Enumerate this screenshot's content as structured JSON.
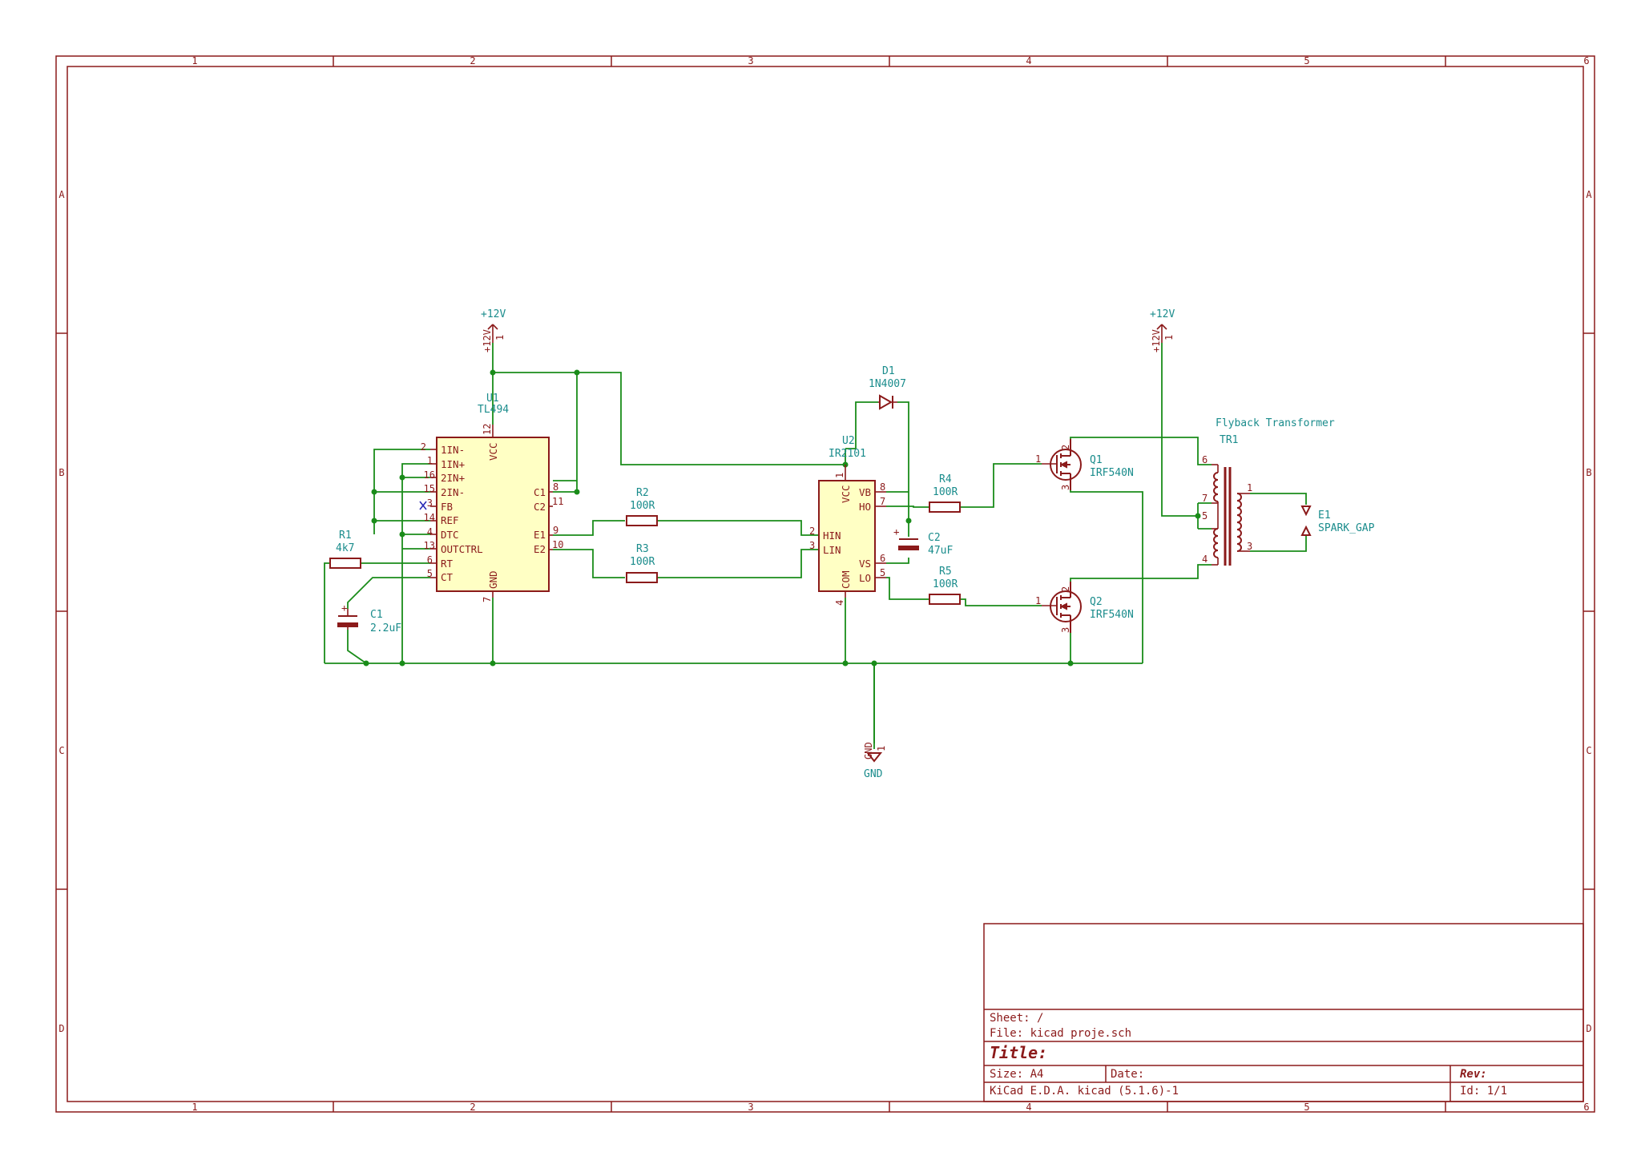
{
  "sheet": {
    "zones_columns": [
      "1",
      "2",
      "3",
      "4",
      "5",
      "6"
    ],
    "zones_rows": [
      "A",
      "B",
      "C",
      "D"
    ],
    "frame_color": "#8b1a1a",
    "wire_color": "#1a8c1a",
    "label_color": "#1a8c8c",
    "body_fill": "#ffffc4"
  },
  "power": {
    "vcc_left": {
      "label": "+12V",
      "pin_name": "+12V",
      "pin_num": "1"
    },
    "vcc_right": {
      "label": "+12V",
      "pin_name": "+12V",
      "pin_num": "1"
    },
    "gnd": {
      "label": "GND",
      "pin_name": "GND",
      "pin_num": "1"
    }
  },
  "components": {
    "u1": {
      "ref": "U1",
      "value": "TL494",
      "left_pins": [
        {
          "num": "2",
          "name": "1IN-"
        },
        {
          "num": "1",
          "name": "1IN+"
        },
        {
          "num": "16",
          "name": "2IN+"
        },
        {
          "num": "15",
          "name": "2IN-"
        },
        {
          "num": "3",
          "name": "FB"
        },
        {
          "num": "14",
          "name": "REF"
        },
        {
          "num": "4",
          "name": "DTC"
        },
        {
          "num": "13",
          "name": "OUTCTRL"
        },
        {
          "num": "6",
          "name": "RT"
        },
        {
          "num": "5",
          "name": "CT"
        }
      ],
      "right_pins": [
        {
          "num": "8",
          "name": "C1"
        },
        {
          "num": "11",
          "name": "C2"
        },
        {
          "num": "9",
          "name": "E1"
        },
        {
          "num": "10",
          "name": "E2"
        }
      ],
      "top_pin": {
        "num": "12",
        "name": "VCC"
      },
      "bottom_pin": {
        "num": "7",
        "name": "GND"
      }
    },
    "u2": {
      "ref": "U2",
      "value": "IR2101",
      "left_pins": [
        {
          "num": "2",
          "name": "HIN"
        },
        {
          "num": "3",
          "name": "LIN"
        }
      ],
      "right_pins": [
        {
          "num": "8",
          "name": "VB"
        },
        {
          "num": "7",
          "name": "HO"
        },
        {
          "num": "6",
          "name": "VS"
        },
        {
          "num": "5",
          "name": "LO"
        }
      ],
      "top_pin": {
        "num": "1",
        "name": "VCC"
      },
      "bottom_pin": {
        "num": "4",
        "name": "COM"
      }
    },
    "r1": {
      "ref": "R1",
      "value": "4k7"
    },
    "r2": {
      "ref": "R2",
      "value": "100R"
    },
    "r3": {
      "ref": "R3",
      "value": "100R"
    },
    "r4": {
      "ref": "R4",
      "value": "100R"
    },
    "r5": {
      "ref": "R5",
      "value": "100R"
    },
    "c1": {
      "ref": "C1",
      "value": "2.2uF",
      "polarity": "+"
    },
    "c2": {
      "ref": "C2",
      "value": "47uF",
      "polarity": "+"
    },
    "d1": {
      "ref": "D1",
      "value": "1N4007"
    },
    "q1": {
      "ref": "Q1",
      "value": "IRF540N",
      "pins": [
        "1",
        "2",
        "3"
      ]
    },
    "q2": {
      "ref": "Q2",
      "value": "IRF540N",
      "pins": [
        "1",
        "2",
        "3"
      ]
    },
    "tr1": {
      "ref": "TR1",
      "value": "Flyback Transformer",
      "pins": [
        "6",
        "7",
        "5",
        "4",
        "1",
        "3"
      ]
    },
    "e1": {
      "ref": "E1",
      "value": "SPARK_GAP"
    }
  },
  "title_block": {
    "sheet": "Sheet: /",
    "file": "File: kicad proje.sch",
    "title": "Title:",
    "size": "Size: A4",
    "date": "Date:",
    "rev": "Rev:",
    "tool": "KiCad E.D.A.  kicad (5.1.6)-1",
    "id": "Id: 1/1"
  }
}
